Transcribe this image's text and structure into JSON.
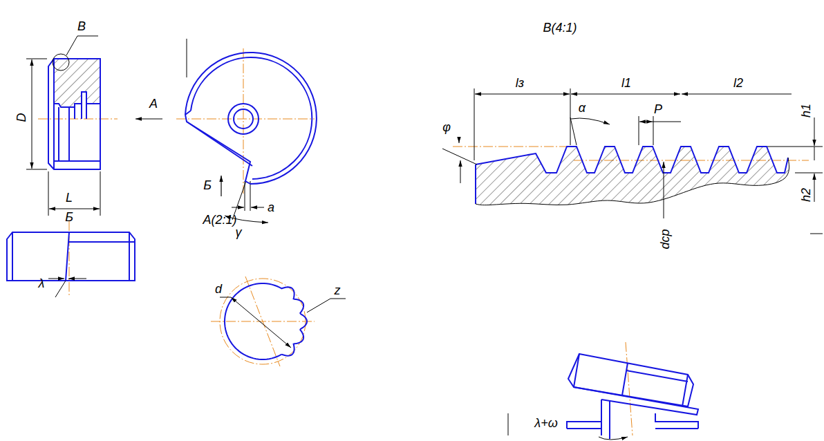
{
  "diagram": {
    "labels": [
      "В",
      "D",
      "L",
      "А",
      "Б",
      "a",
      "γ",
      "Б",
      "А(2:1)",
      "λ",
      "d",
      "z",
      "В(4:1)",
      "lз",
      "l1",
      "l2",
      "α",
      "P",
      "φ",
      "h1",
      "h2",
      "dср",
      "λ+ω"
    ]
  }
}
